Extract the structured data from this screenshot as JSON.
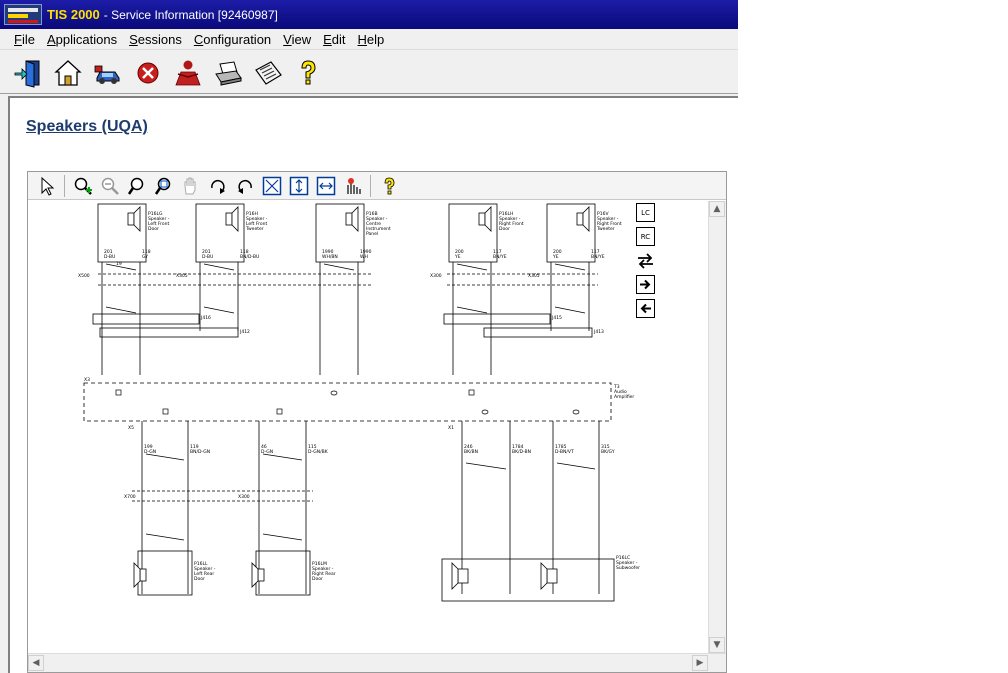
{
  "window": {
    "app_name": "TIS 2000",
    "title_suffix": "- Service Information [92460987]"
  },
  "menu": {
    "items": [
      {
        "key": "F",
        "rest": "ile"
      },
      {
        "key": "A",
        "rest": "pplications"
      },
      {
        "key": "S",
        "rest": "essions"
      },
      {
        "key": "C",
        "rest": "onfiguration"
      },
      {
        "key": "V",
        "rest": "iew"
      },
      {
        "key": "E",
        "rest": "dit"
      },
      {
        "key": "H",
        "rest": "elp"
      }
    ]
  },
  "toolbar_icons": [
    "exit-icon",
    "home-icon",
    "vehicle-icon",
    "stop-icon",
    "user-icon",
    "print-icon",
    "news-icon",
    "help-icon"
  ],
  "page": {
    "title": "Speakers (UQA)"
  },
  "viewer_icons": [
    "select-arrow-icon",
    "zoom-in-icon",
    "zoom-out-icon",
    "zoom-icon",
    "zoom-area-icon",
    "pan-hand-icon",
    "rotate-cw-icon",
    "rotate-ccw-icon",
    "fit-page-icon",
    "fit-height-icon",
    "fit-width-icon",
    "color-icon",
    "help-icon"
  ],
  "diagram": {
    "speakers": {
      "lf_door": [
        "P16LG",
        "Speaker -",
        "Left Front",
        "Door"
      ],
      "lf_tweeter": [
        "P16H",
        "Speaker -",
        "Left Front",
        "Tweeter"
      ],
      "center": [
        "P16B",
        "Speaker -",
        "Centre",
        "Instrument",
        "Panel"
      ],
      "rf_door": [
        "P16LH",
        "Speaker -",
        "Right Front",
        "Door"
      ],
      "rf_tweeter": [
        "P16V",
        "Speaker -",
        "Right Front",
        "Tweeter"
      ],
      "lr_door": [
        "P16LL",
        "Speaker -",
        "Left Rear",
        "Door"
      ],
      "rr_door": [
        "P16LM",
        "Speaker -",
        "Right Rear",
        "Door"
      ],
      "subwoofer": [
        "P16LC",
        "Speaker -",
        "Subwoofer"
      ]
    },
    "amplifier": [
      "T3",
      "Audio",
      "Amplifier"
    ],
    "connectors": [
      "X500",
      "X305",
      "X300",
      "X305",
      "X700",
      "X300",
      "X3",
      "X5",
      "X1"
    ],
    "splices": [
      "J416",
      "J412",
      "J415",
      "J413"
    ],
    "wires": {
      "lf_a": [
        "201",
        "D-BU"
      ],
      "lf_b": [
        "118",
        "GY"
      ],
      "lft_a": [
        "201",
        "D-BU"
      ],
      "lft_b": [
        "118",
        "BN/D-BU"
      ],
      "c_a": [
        "1990",
        "WH/BN"
      ],
      "c_b": [
        "1990",
        "WH"
      ],
      "rf_a": [
        "200",
        "YE"
      ],
      "rf_b": [
        "117",
        "BN/YE"
      ],
      "rft_a": [
        "200",
        "YE"
      ],
      "rft_b": [
        "117",
        "BN/YE"
      ],
      "lr_a": [
        "199",
        "D-GN"
      ],
      "lr_b": [
        "119",
        "BN/D-GN"
      ],
      "rr_a": [
        "46",
        "D-GN"
      ],
      "rr_b": [
        "115",
        "D-GN/BK"
      ],
      "sub_1": [
        "246",
        "BK/BN"
      ],
      "sub_2": [
        "1784",
        "BK/D-BN"
      ],
      "sub_3": [
        "1785",
        "D-BN/VT"
      ],
      "sub_4": [
        "315",
        "BK/GY"
      ]
    },
    "twist_label": "19"
  },
  "side_palette": [
    "LC",
    "RC",
    "swap-icon",
    "arrow-right-icon",
    "arrow-left-icon"
  ]
}
